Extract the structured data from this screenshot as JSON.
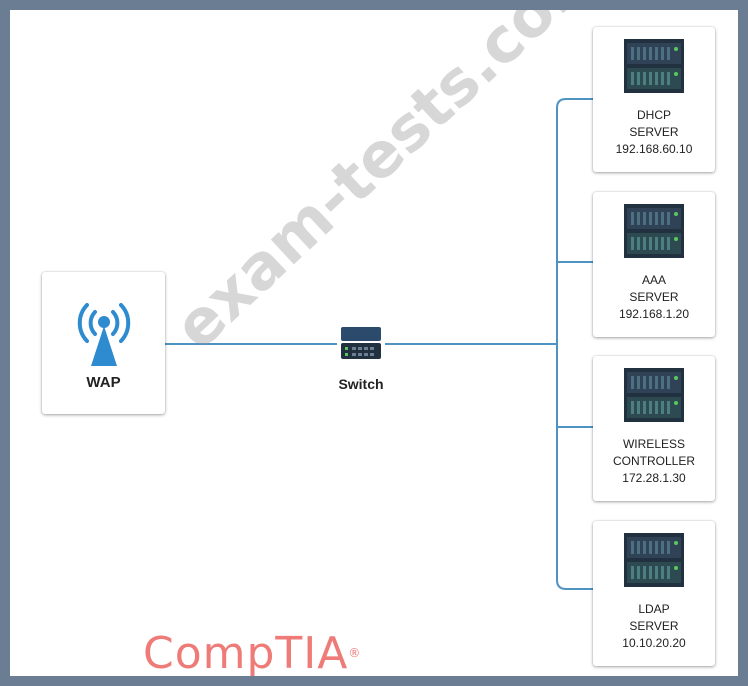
{
  "wap": {
    "label": "WAP",
    "icon": "wireless-antenna-icon"
  },
  "switch": {
    "label": "Switch",
    "icon": "network-switch-icon"
  },
  "servers": [
    {
      "lines": [
        "DHCP",
        "SERVER",
        "192.168.60.10"
      ],
      "icon": "server-rack-icon"
    },
    {
      "lines": [
        "AAA",
        "SERVER",
        "192.168.1.20"
      ],
      "icon": "server-rack-icon"
    },
    {
      "lines": [
        "WIRELESS",
        "CONTROLLER",
        "172.28.1.30"
      ],
      "icon": "server-rack-icon"
    },
    {
      "lines": [
        "LDAP",
        "SERVER",
        "10.10.20.20"
      ],
      "icon": "server-rack-icon"
    }
  ],
  "watermark": "exam-tests.com",
  "brand": "CompTIA",
  "colors": {
    "link": "#4f93c2",
    "antenna": "#2e8bd0",
    "server_body": "#22313f",
    "brand": "#ee7b78",
    "frame": "#6b7d92"
  }
}
